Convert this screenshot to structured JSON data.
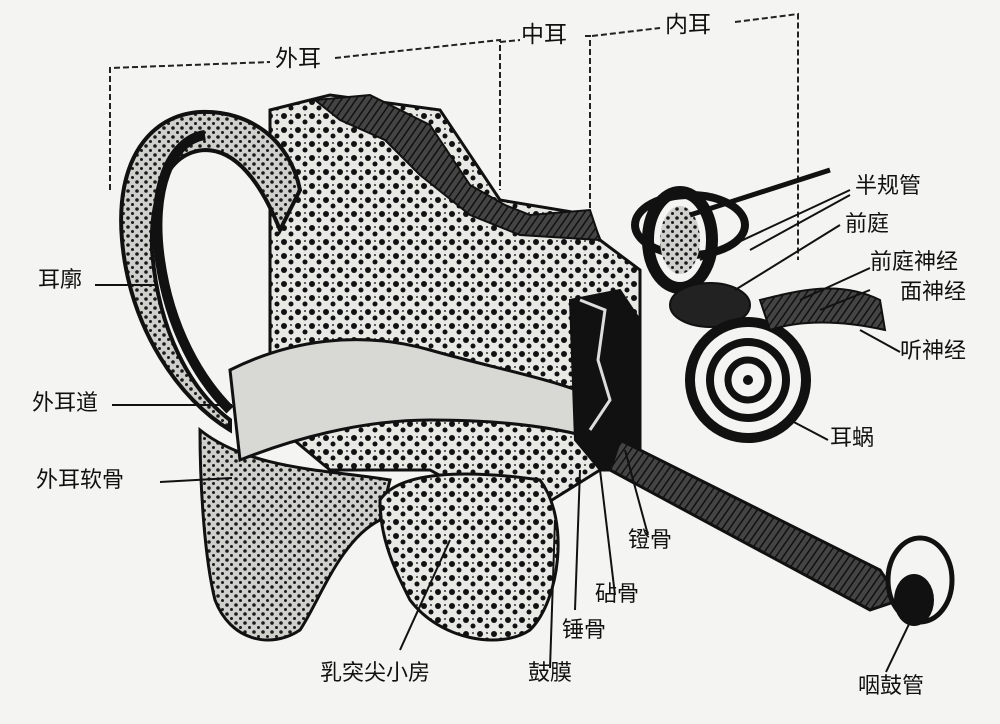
{
  "regions": {
    "outer_ear": "外耳",
    "middle_ear": "中耳",
    "inner_ear": "内耳"
  },
  "labels": {
    "auricle": "耳廓",
    "ext_canal": "外耳道",
    "ext_cartilage": "外耳软骨",
    "semicircular": "半规管",
    "vestibule": "前庭",
    "vestibular_nerve": "前庭神经",
    "facial_nerve": "面神经",
    "auditory_nerve": "听神经",
    "cochlea": "耳蜗",
    "stapes": "镫骨",
    "incus": "砧骨",
    "malleus": "锤骨",
    "mastoid": "乳突尖小房",
    "eardrum": "鼓膜",
    "eustachian": "咽鼓管"
  },
  "colors": {
    "ink": "#111111",
    "paper": "#f4f4f2",
    "stipple": "#6b6b6b"
  }
}
